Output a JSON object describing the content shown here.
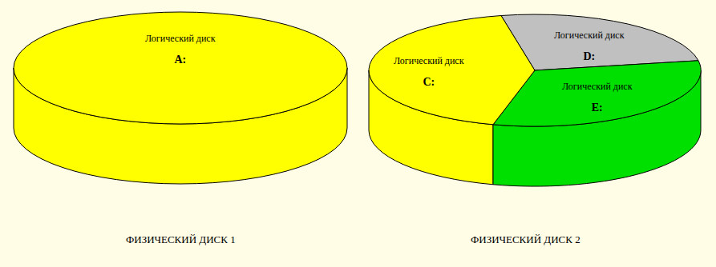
{
  "diagram": {
    "nodes": [
      {
        "text": [
          "ФИЗИЧЕСКИЙ ДИСК 1"
        ]
      },
      {
        "text": [
          "Логический диск",
          "A:"
        ],
        "in": 0
      },
      {
        "text": [
          "ФИЗИЧЕСКИЙ ДИСК 2"
        ]
      },
      {
        "text": [
          "Логический диск",
          "C:"
        ],
        "in": 2
      },
      {
        "text": [
          "Логический диск",
          "D:"
        ],
        "in": 2
      },
      {
        "text": [
          "Логический диск",
          "E:"
        ],
        "in": 2
      }
    ]
  }
}
